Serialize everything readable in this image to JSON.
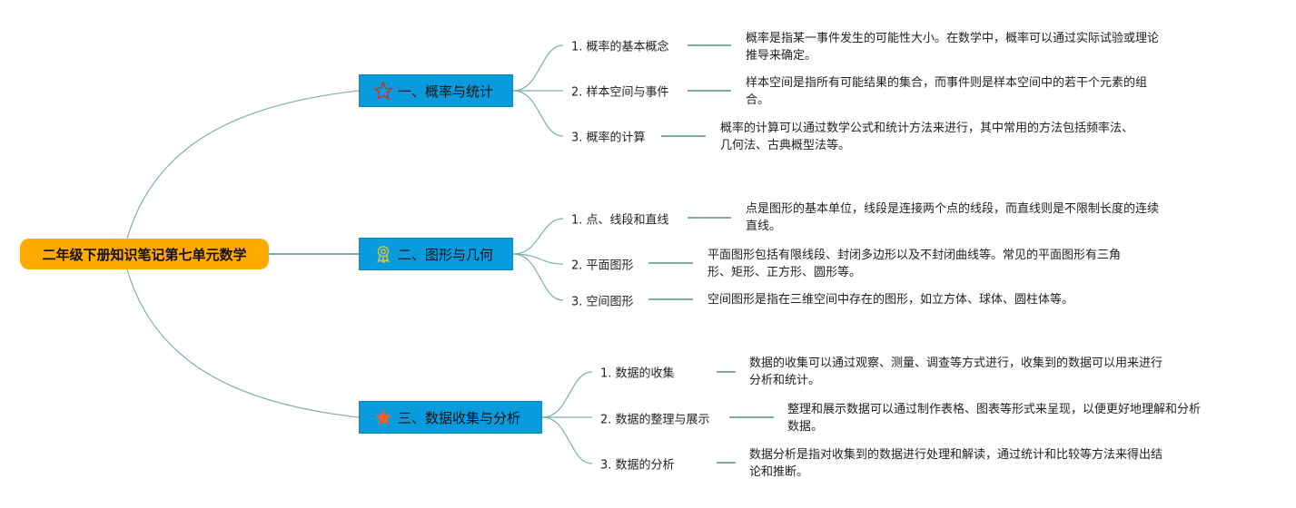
{
  "root": {
    "title": "二年级下册知识笔记第七单元数学"
  },
  "colors": {
    "root": "#FFAA00",
    "branch": "#0A9BDD",
    "link": "#7FAFA3"
  },
  "branches": [
    {
      "title": "一、概率与统计",
      "icon": "star-outline-icon",
      "items": [
        {
          "label": "1. 概率的基本概念",
          "desc_lines": [
            "概率是指某一事件发生的可能性大小。在数学中，概率可以通过实际试验或理论",
            "推导来确定。"
          ]
        },
        {
          "label": "2. 样本空间与事件",
          "desc_lines": [
            "样本空间是指所有可能结果的集合，而事件则是样本空间中的若干个元素的组",
            "合。"
          ]
        },
        {
          "label": "3. 概率的计算",
          "desc_lines": [
            "概率的计算可以通过数学公式和统计方法来进行，其中常用的方法包括频率法、",
            "几何法、古典概型法等。"
          ]
        }
      ]
    },
    {
      "title": "二、图形与几何",
      "icon": "award-medal-icon",
      "items": [
        {
          "label": "1. 点、线段和直线",
          "desc_lines": [
            "点是图形的基本单位，线段是连接两个点的线段，而直线则是不限制长度的连续",
            "直线。"
          ]
        },
        {
          "label": "2. 平面图形",
          "desc_lines": [
            "平面图形包括有限线段、封闭多边形以及不封闭曲线等。常见的平面图形有三角",
            "形、矩形、正方形、圆形等。"
          ]
        },
        {
          "label": "3. 空间图形",
          "desc_lines": [
            "空间图形是指在三维空间中存在的图形，如立方体、球体、圆柱体等。"
          ]
        }
      ]
    },
    {
      "title": "三、数据收集与分析",
      "icon": "star-filled-icon",
      "items": [
        {
          "label": "1. 数据的收集",
          "desc_lines": [
            "数据的收集可以通过观察、测量、调查等方式进行，收集到的数据可以用来进行",
            "分析和统计。"
          ]
        },
        {
          "label": "2. 数据的整理与展示",
          "desc_lines": [
            "整理和展示数据可以通过制作表格、图表等形式来呈现，以便更好地理解和分析",
            "数据。"
          ]
        },
        {
          "label": "3. 数据的分析",
          "desc_lines": [
            "数据分析是指对收集到的数据进行处理和解读，通过统计和比较等方法来得出结",
            "论和推断。"
          ]
        }
      ]
    }
  ]
}
